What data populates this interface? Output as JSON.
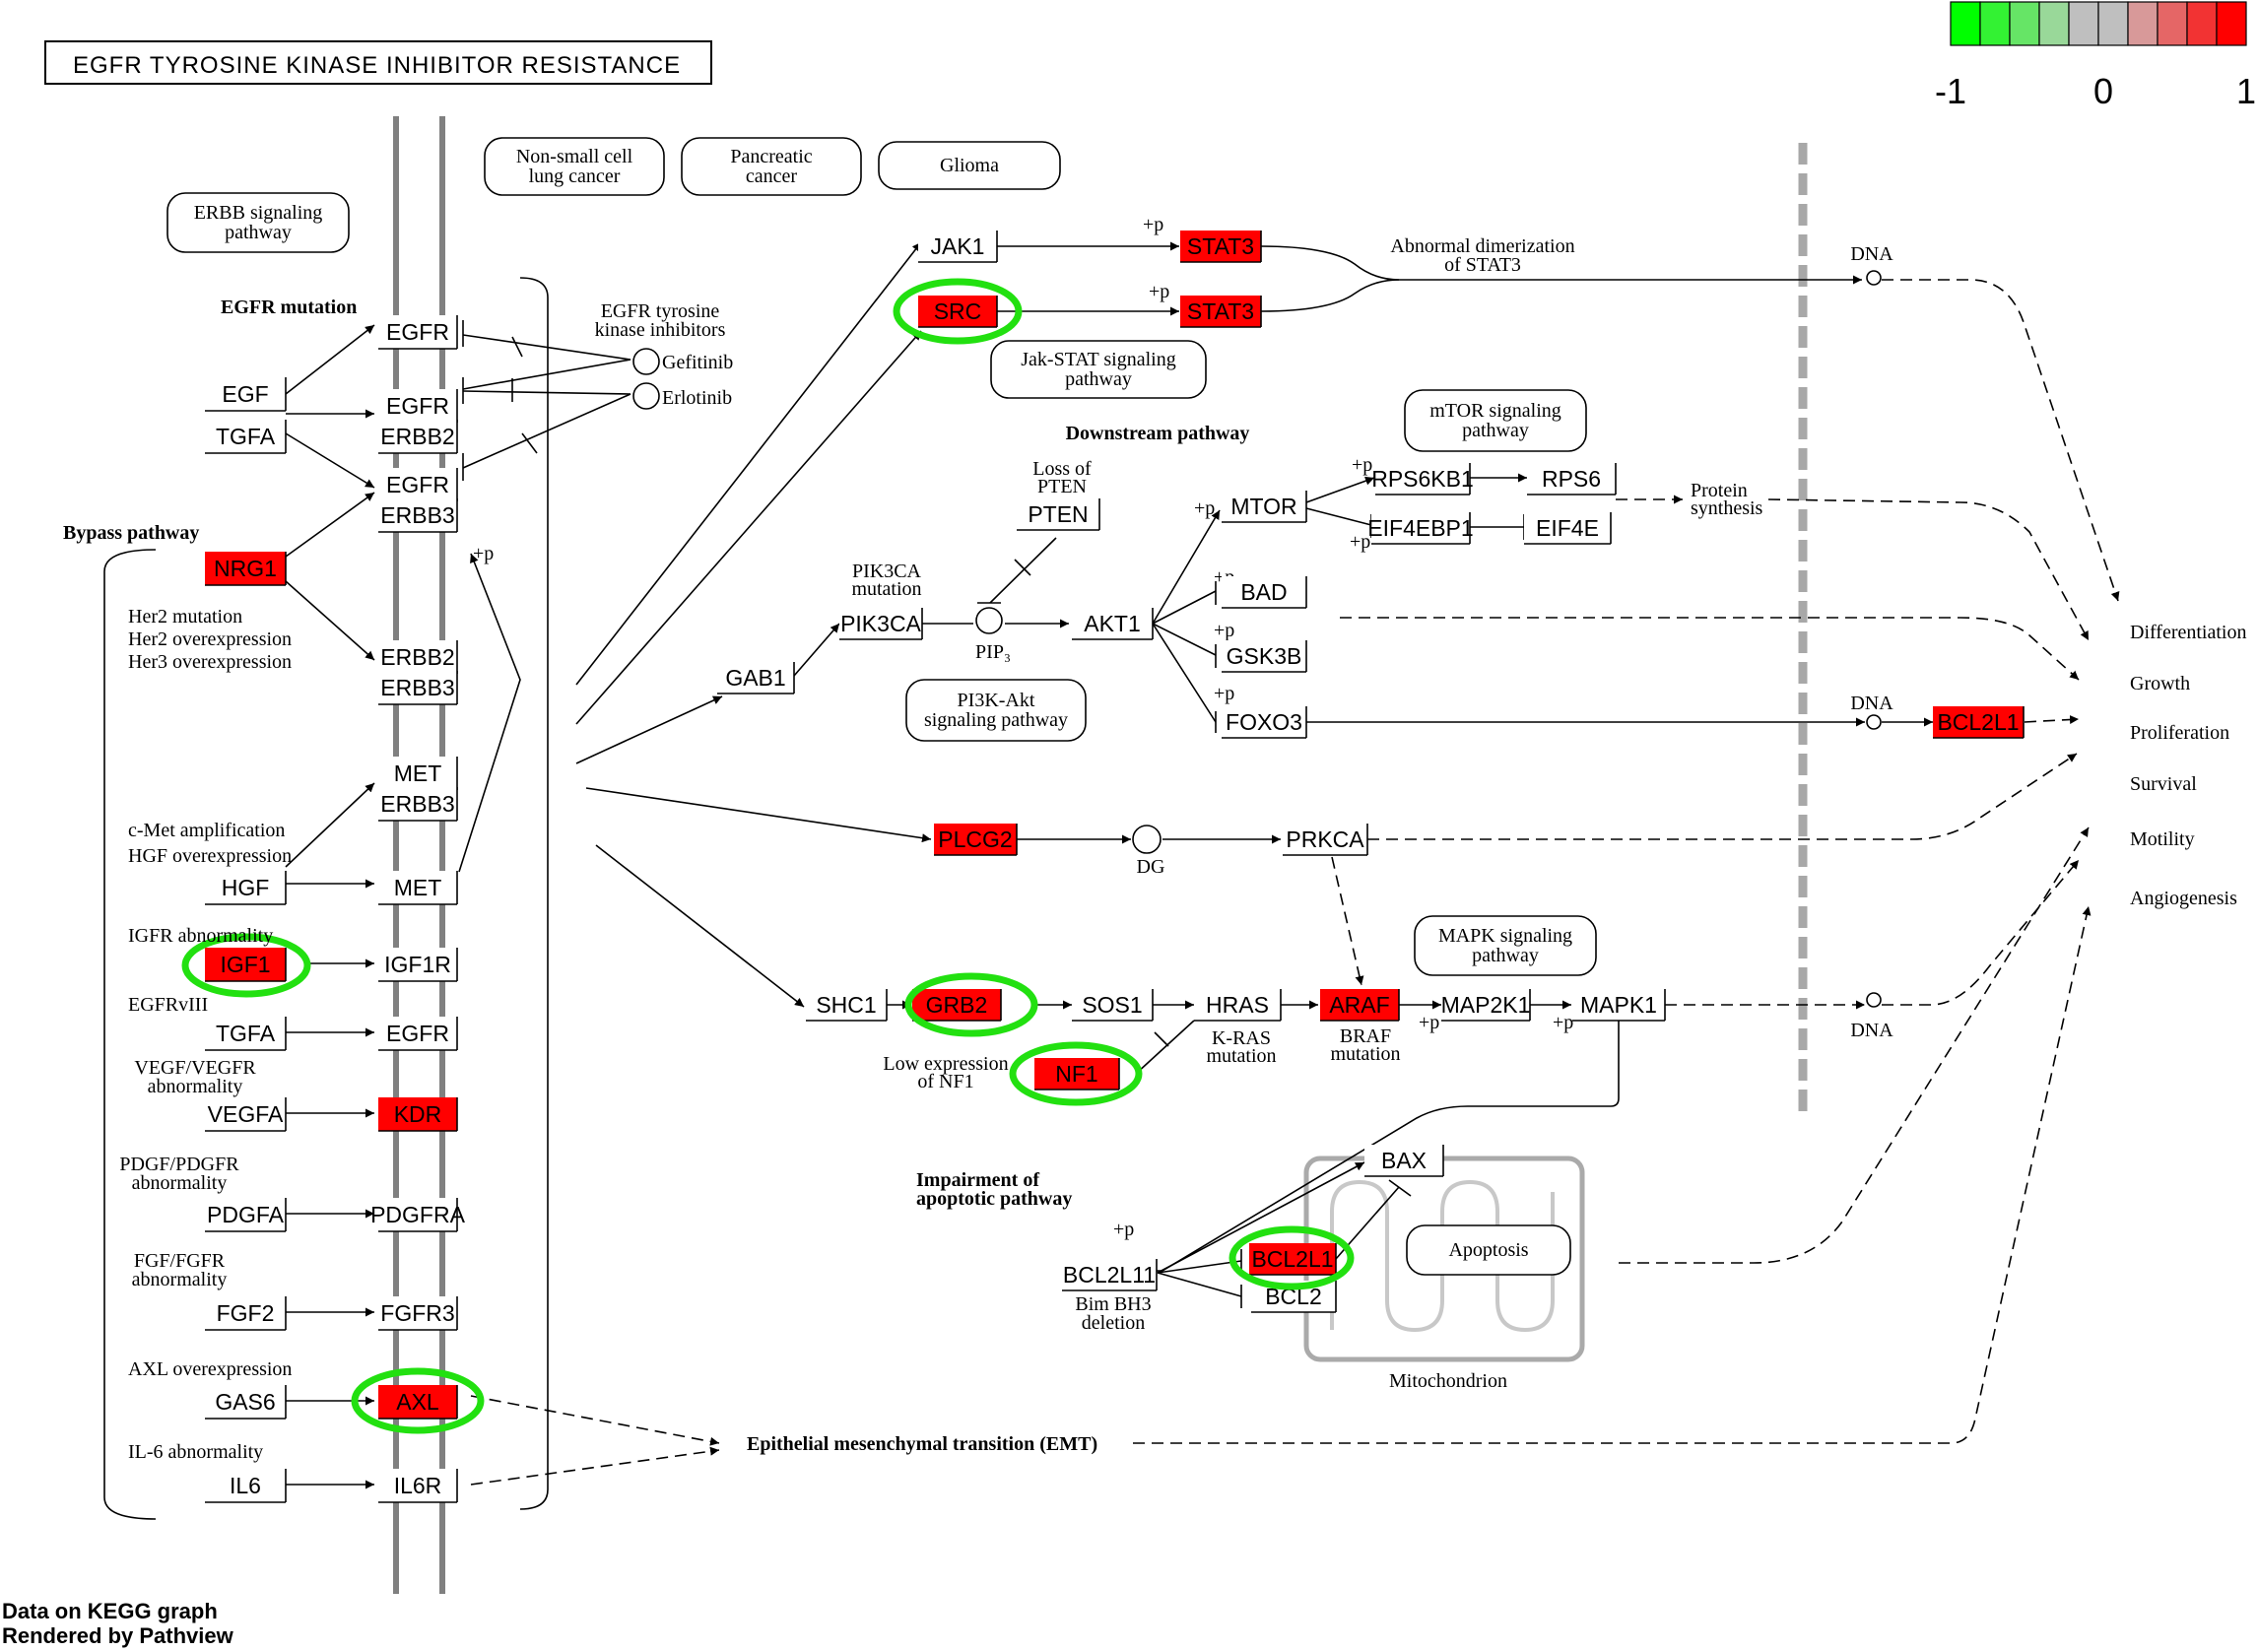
{
  "title": "EGFR TYROSINE KINASE INHIBITOR RESISTANCE",
  "legend": {
    "min_label": "-1",
    "mid_label": "0",
    "max_label": "1",
    "colors": [
      "#00ff00",
      "#33f233",
      "#66e566",
      "#99d899",
      "#bfbfbf",
      "#bfbfbf",
      "#d89999",
      "#e56666",
      "#f23333",
      "#ff0000"
    ]
  },
  "footer": {
    "line1": "Data on KEGG graph",
    "line2": "Rendered by Pathview"
  },
  "maps": {
    "nsclc": [
      "Non-small cell",
      "lung cancer"
    ],
    "pancreatic": [
      "Pancreatic",
      "cancer"
    ],
    "glioma": "Glioma",
    "erbb": [
      "ERBB signaling",
      "pathway"
    ],
    "jakstat": [
      "Jak-STAT signaling",
      "pathway"
    ],
    "mtor": [
      "mTOR signaling",
      "pathway"
    ],
    "pi3k": [
      "PI3K-Akt",
      "signaling pathway"
    ],
    "mapk": [
      "MAPK signaling",
      "pathway"
    ],
    "apoptosis": "Apoptosis"
  },
  "labels": {
    "egfr_mutation": "EGFR mutation",
    "egfr_tki": [
      "EGFR tyrosine",
      "kinase inhibitors"
    ],
    "gefitinib": "Gefitinib",
    "erlotinib": "Erlotinib",
    "bypass": "Bypass pathway",
    "her2": [
      "Her2 mutation",
      "Her2 overexpression",
      "Her3 overexpression"
    ],
    "cmet": [
      "c-Met amplification",
      "HGF overexpression"
    ],
    "igfr": "IGFR abnormality",
    "egfrviii": "EGFRvIII",
    "vegf": [
      "VEGF/VEGFR",
      "abnormality"
    ],
    "pdgf": [
      "PDGF/PDGFR",
      "abnormality"
    ],
    "fgf": [
      "FGF/FGFR",
      "abnormality"
    ],
    "axl": "AXL overexpression",
    "il6": "IL-6 abnormality",
    "abnormal_dimer": [
      "Abnormal dimerization",
      "of STAT3"
    ],
    "downstream": "Downstream pathway",
    "loss_pten": [
      "Loss of",
      "PTEN"
    ],
    "pik3ca_mut": [
      "PIK3CA",
      "mutation"
    ],
    "pip3": "PIP₃",
    "dg": "DG",
    "protein_synth": [
      "Protein",
      "synthesis"
    ],
    "dna": "DNA",
    "outcomes": [
      "Differentiation",
      "Growth",
      "Proliferation",
      "Survival",
      "Motility",
      "Angiogenesis"
    ],
    "low_nf1": [
      "Low expression",
      "of NF1"
    ],
    "kras": [
      "K-RAS",
      "mutation"
    ],
    "braf": [
      "BRAF",
      "mutation"
    ],
    "impairment": [
      "Impairment of",
      "apoptotic pathway"
    ],
    "bim": [
      "Bim BH3",
      "deletion"
    ],
    "mito": "Mitochondrion",
    "emt": "Epithelial mesenchymal transition (EMT)",
    "plus_p": "+p"
  },
  "genes": {
    "EGFR": "EGFR",
    "ERBB2": "ERBB2",
    "ERBB3": "ERBB3",
    "EGF": "EGF",
    "TGFA": "TGFA",
    "NRG1": "NRG1",
    "MET": "MET",
    "HGF": "HGF",
    "IGF1": "IGF1",
    "IGF1R": "IGF1R",
    "VEGFA": "VEGFA",
    "KDR": "KDR",
    "PDGFA": "PDGFA",
    "PDGFRA": "PDGFRA",
    "FGF2": "FGF2",
    "FGFR3": "FGFR3",
    "GAS6": "GAS6",
    "AXL": "AXL",
    "IL6": "IL6",
    "IL6R": "IL6R",
    "JAK1": "JAK1",
    "SRC": "SRC",
    "STAT3": "STAT3",
    "GAB1": "GAB1",
    "PIK3CA": "PIK3CA",
    "PTEN": "PTEN",
    "AKT1": "AKT1",
    "MTOR": "MTOR",
    "RPS6KB1": "RPS6KB1",
    "RPS6": "RPS6",
    "EIF4EBP1": "EIF4EBP1",
    "EIF4E": "EIF4E",
    "BAD": "BAD",
    "GSK3B": "GSK3B",
    "FOXO3": "FOXO3",
    "BCL2L1": "BCL2L1",
    "PLCG2": "PLCG2",
    "PRKCA": "PRKCA",
    "SHC1": "SHC1",
    "GRB2": "GRB2",
    "SOS1": "SOS1",
    "HRAS": "HRAS",
    "ARAF": "ARAF",
    "MAP2K1": "MAP2K1",
    "MAPK1": "MAPK1",
    "NF1": "NF1",
    "BCL2L11": "BCL2L11",
    "BAX": "BAX",
    "BCL2": "BCL2"
  },
  "highlighted_genes": [
    "STAT3",
    "SRC",
    "NRG1",
    "IGF1",
    "KDR",
    "AXL",
    "PLCG2",
    "GRB2",
    "NF1",
    "ARAF",
    "BCL2L1"
  ],
  "circled_genes": [
    "SRC",
    "IGF1",
    "AXL",
    "GRB2",
    "NF1",
    "BCL2L1"
  ]
}
